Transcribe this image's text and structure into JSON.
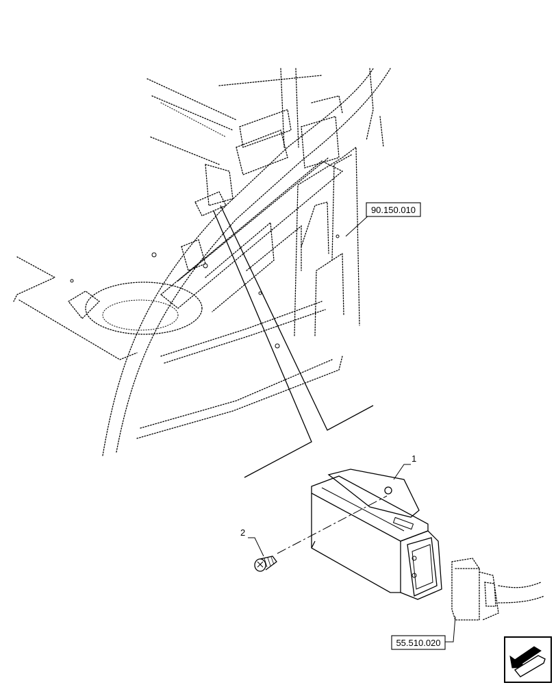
{
  "references": {
    "frame_ref": "90.150.010",
    "harness_ref": "55.510.020"
  },
  "callouts": {
    "controller": "1",
    "screw": "2"
  },
  "icons": {
    "orientation": "orientation-arrow-icon"
  }
}
